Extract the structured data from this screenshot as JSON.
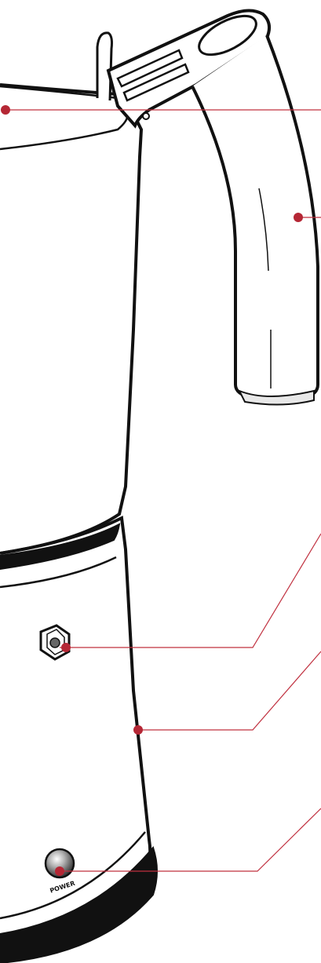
{
  "colors": {
    "outline": "#111111",
    "callout": "#c0303f",
    "dot": "#b52735",
    "fill": "#ffffff",
    "button": "#555555"
  },
  "labels": {
    "power": "POWER"
  },
  "callouts": [
    {
      "id": "lid-rim"
    },
    {
      "id": "handle"
    },
    {
      "id": "base-top-edge"
    },
    {
      "id": "hex-nut"
    },
    {
      "id": "base-body"
    },
    {
      "id": "power-button"
    }
  ]
}
